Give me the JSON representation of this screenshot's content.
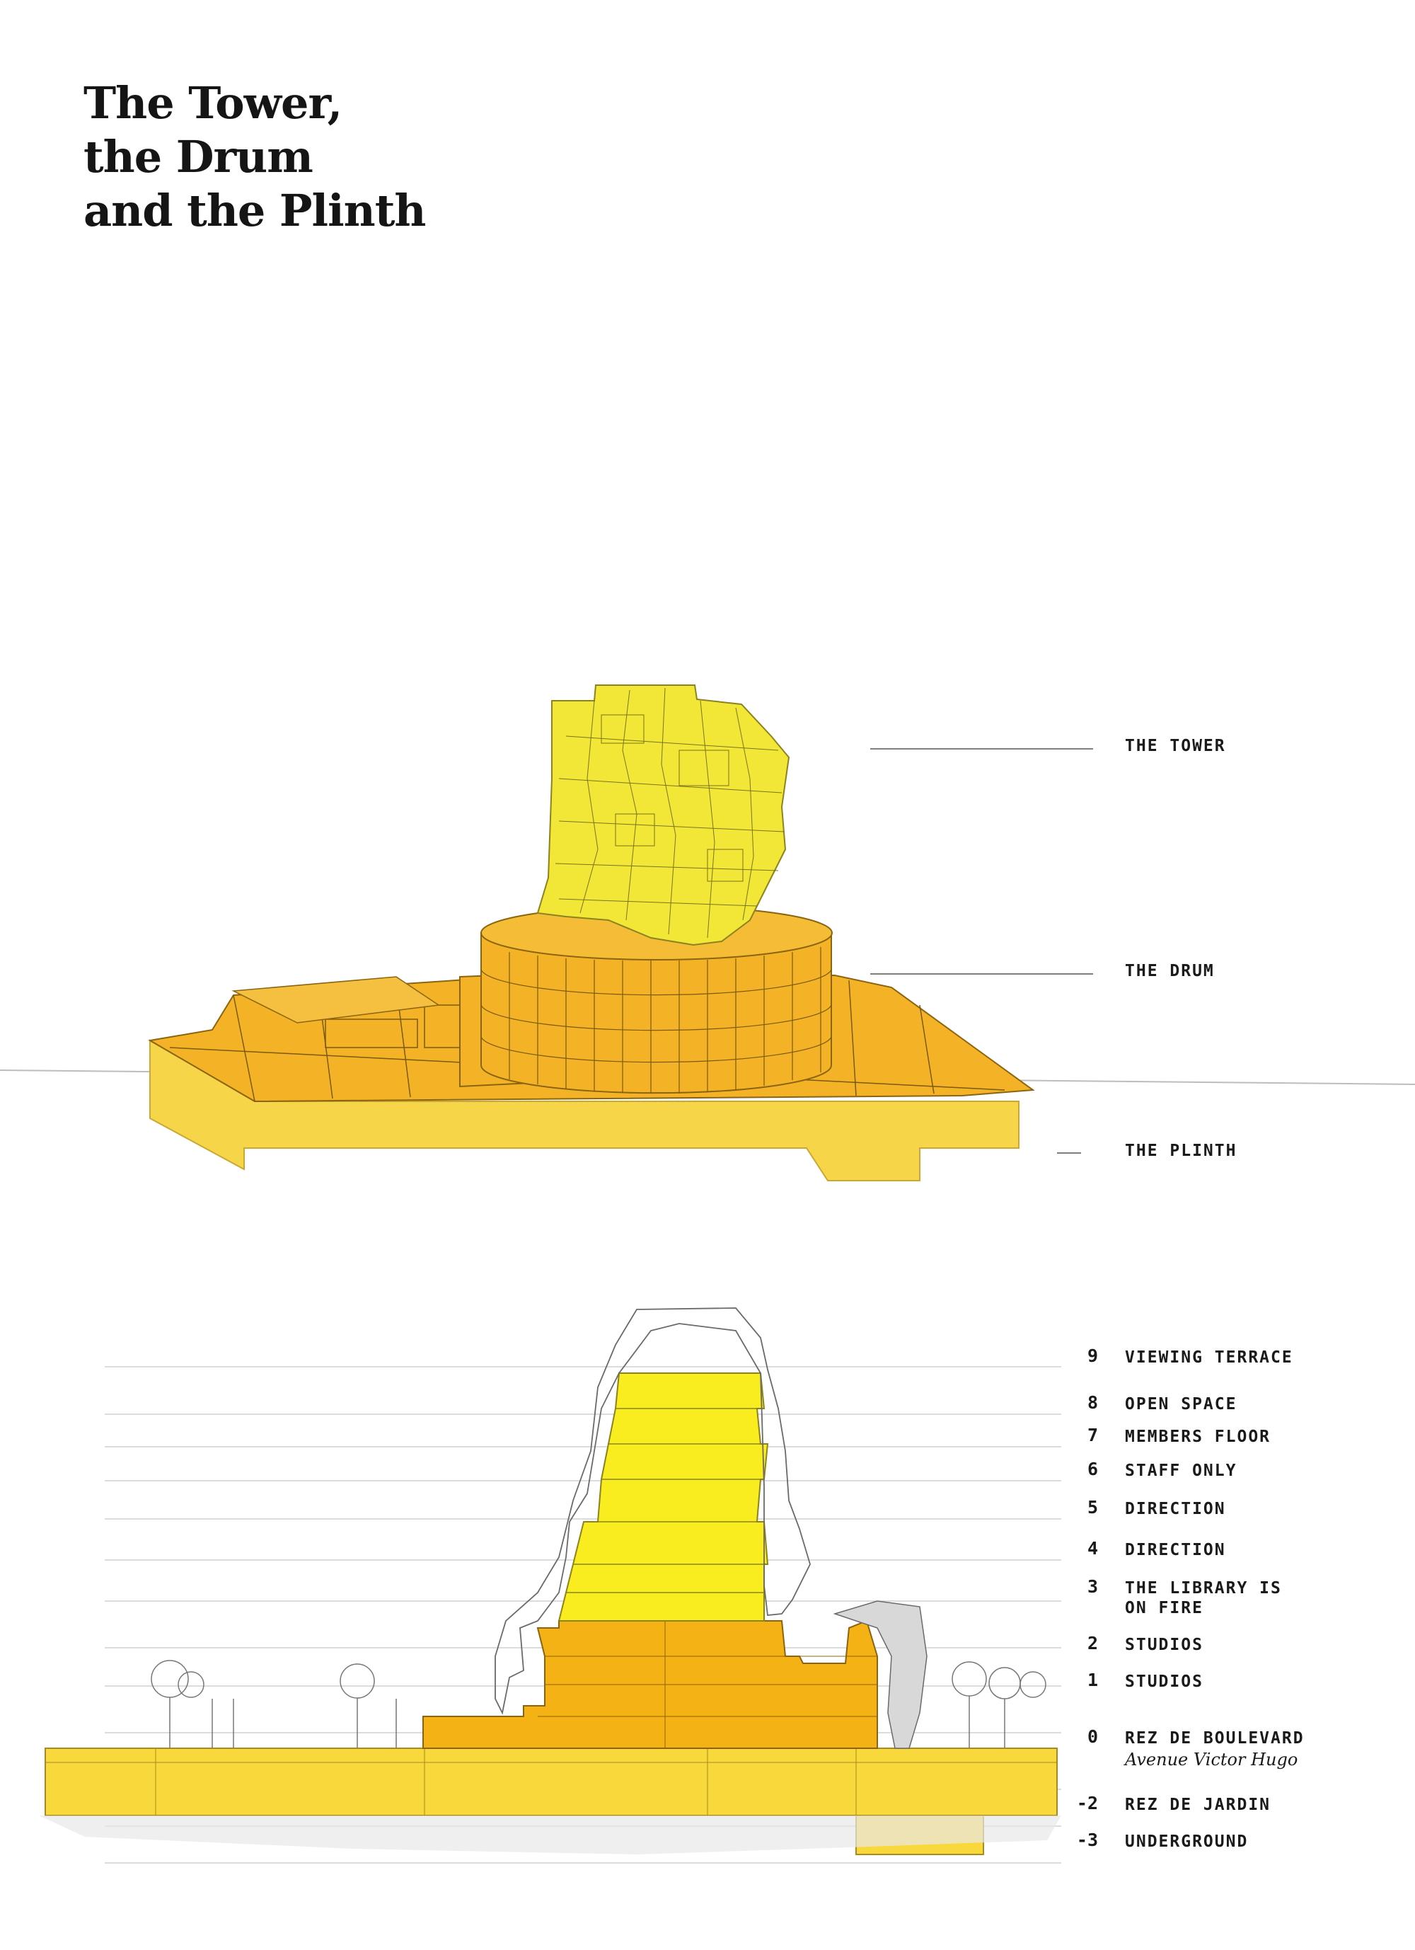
{
  "title": {
    "line1": "The Tower,",
    "line2": "the Drum",
    "line3": "and the Plinth"
  },
  "axonometric": {
    "labels": [
      "THE TOWER",
      "THE DRUM",
      "THE PLINTH"
    ]
  },
  "section": {
    "levels": [
      {
        "num": "9",
        "label": "VIEWING TERRACE"
      },
      {
        "num": "8",
        "label": "OPEN SPACE"
      },
      {
        "num": "7",
        "label": "MEMBERS FLOOR"
      },
      {
        "num": "6",
        "label": "STAFF ONLY"
      },
      {
        "num": "5",
        "label": "DIRECTION"
      },
      {
        "num": "4",
        "label": "DIRECTION"
      },
      {
        "num": "3",
        "label": "THE LIBRARY IS",
        "label2": "ON FIRE"
      },
      {
        "num": "2",
        "label": "STUDIOS"
      },
      {
        "num": "1",
        "label": "STUDIOS"
      },
      {
        "num": "0",
        "label": "REZ DE BOULEVARD",
        "sub": "Avenue Victor Hugo"
      },
      {
        "num": "-2",
        "label": "REZ DE JARDIN"
      },
      {
        "num": "-3",
        "label": "UNDERGROUND"
      }
    ]
  },
  "colors": {
    "tower_yellow": "#F2E637",
    "drum_orange": "#F4B326",
    "plinth_yellow": "#F7D548",
    "section_upper": "#F9EC1F",
    "section_lower": "#F5B214",
    "section_base": "#F8D83A"
  }
}
